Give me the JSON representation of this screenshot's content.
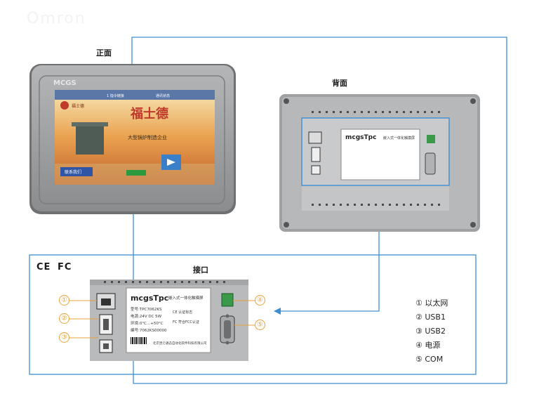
{
  "watermark": "Omron",
  "front": {
    "title": "正面",
    "brand": "MCGS",
    "screen": {
      "logo_text": "福士德",
      "heading": "福士德",
      "subheading": "大型锅炉制造企业",
      "top_tabs": [
        "1 指令链接",
        "通讯状态"
      ],
      "bottom_button": "联系我们"
    }
  },
  "back": {
    "title": "背面"
  },
  "interface": {
    "title": "接口"
  },
  "certifications": {
    "ce": "CE",
    "fc": "FC"
  },
  "panel_label": {
    "brand": "mcgsTpc",
    "product": "嵌入式一体化触摸屏",
    "lines": [
      "型号:TPC7062KS",
      "电源:24V DC 5W",
      "环境:0°C…+50°C",
      "编号:7062KS00000"
    ],
    "marks": [
      "CE 认证标志",
      "FC 符合FCC认证"
    ],
    "footer": "北京昆仑通态自动化软件科技有限公司"
  },
  "callouts": [
    "①",
    "②",
    "③",
    "④",
    "⑤"
  ],
  "legend": [
    {
      "num": "①",
      "label": "以太网"
    },
    {
      "num": "②",
      "label": "USB1"
    },
    {
      "num": "③",
      "label": "USB2"
    },
    {
      "num": "④",
      "label": "电源"
    },
    {
      "num": "⑤",
      "label": "COM"
    }
  ],
  "colors": {
    "frame": "#3d8fd1",
    "callout": "#e8a23a",
    "device_gray": "#9fa1a3"
  }
}
